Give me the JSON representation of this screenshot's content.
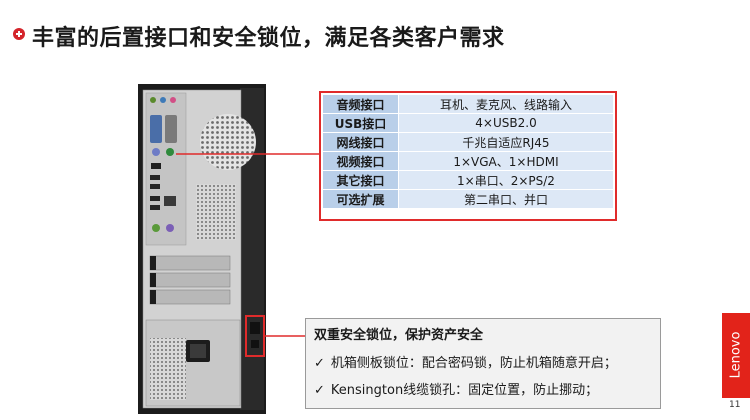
{
  "title": "丰富的后置接口和安全锁位，满足各类客户需求",
  "spec_table": [
    {
      "key": "音频接口",
      "value": "耳机、麦克风、线路输入"
    },
    {
      "key": "USB接口",
      "value": "4×USB2.0"
    },
    {
      "key": "网线接口",
      "value": "千兆自适应RJ45"
    },
    {
      "key": "视频接口",
      "value": "1×VGA、1×HDMI"
    },
    {
      "key": "其它接口",
      "value": "1×串口、2×PS/2"
    },
    {
      "key": "可选扩展",
      "value": "第二串口、并口"
    }
  ],
  "security": {
    "title": "双重安全锁位，保护资产安全",
    "items": [
      "机箱侧板锁位：配合密码锁，防止机箱随意开启；",
      "Kensington线缆锁孔：固定位置，防止挪动；"
    ]
  },
  "brand": "Lenovo",
  "page_number": "11",
  "colors": {
    "accent": "#e2231a",
    "table_key": "#b9cfe9",
    "table_value": "#dde8f6"
  }
}
